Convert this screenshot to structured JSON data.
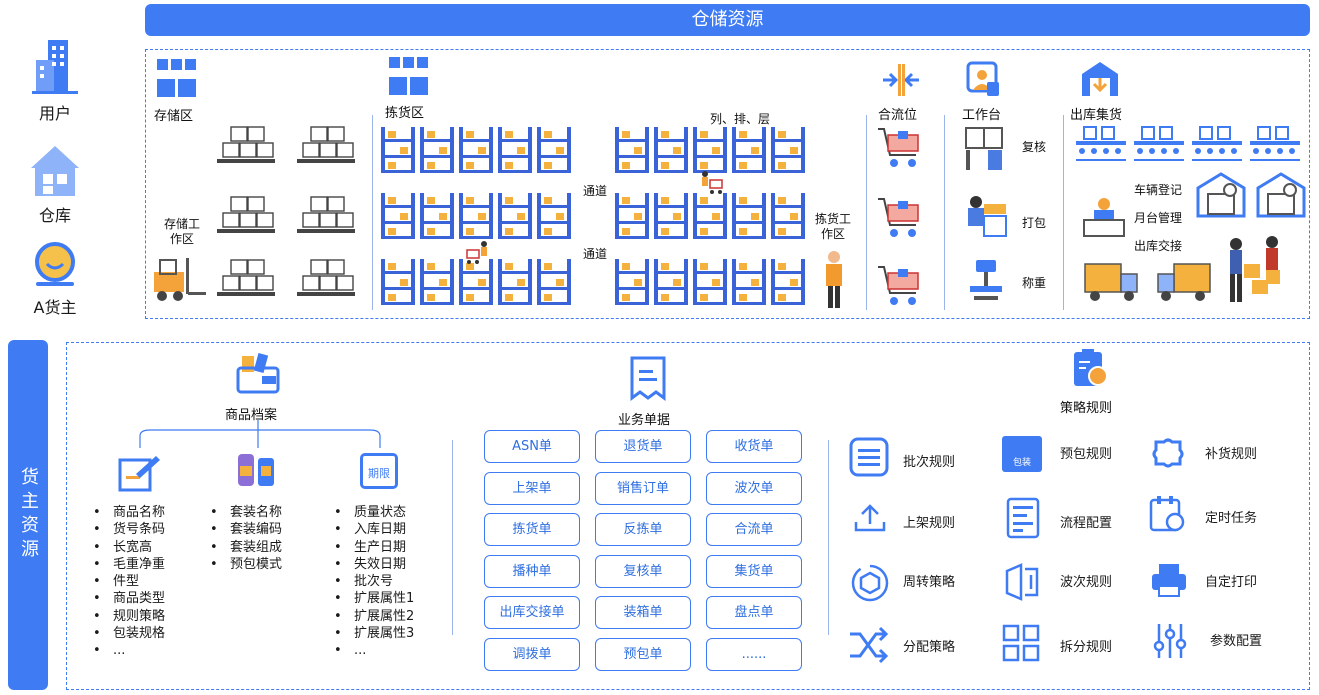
{
  "header": {
    "title": "仓储资源"
  },
  "sidebar": {
    "label": "货主资源"
  },
  "left_nav": [
    {
      "label": "用户",
      "icon": "building-icon"
    },
    {
      "label": "仓库",
      "icon": "warehouse-icon"
    },
    {
      "label": "A货主",
      "icon": "owner-icon"
    }
  ],
  "warehouse": {
    "storage_area": "存储区",
    "storage_work_area": "存储工作区",
    "picking_area": "拣货区",
    "rack_label": "列、排、层",
    "aisle_1": "通道",
    "aisle_2": "通道",
    "picking_work_area": "拣货工作区",
    "merge_position": "合流位",
    "workstation": "工作台",
    "review": "复核",
    "pack": "打包",
    "weigh": "称重",
    "outbound_collect": "出库集货",
    "vehicle_register": "车辆登记",
    "dock_manage": "月台管理",
    "outbound_handover": "出库交接"
  },
  "product_archive": {
    "title": "商品档案",
    "col1": [
      "商品名称",
      "货号条码",
      "长宽高",
      "毛重净重",
      "件型",
      "商品类型",
      "规则策略",
      "包装规格",
      "..."
    ],
    "col2": [
      "套装名称",
      "套装编码",
      "套装组成",
      "预包模式"
    ],
    "col3": [
      "质量状态",
      "入库日期",
      "生产日期",
      "失效日期",
      "批次号",
      "扩展属性1",
      "扩展属性2",
      "扩展属性3",
      "..."
    ],
    "expiry_tag": "期限"
  },
  "documents": {
    "title": "业务单据",
    "items": [
      "ASN单",
      "退货单",
      "收货单",
      "上架单",
      "销售订单",
      "波次单",
      "拣货单",
      "反拣单",
      "合流单",
      "播种单",
      "复核单",
      "集货单",
      "出库交接单",
      "装箱单",
      "盘点单",
      "调拨单",
      "预包单",
      "......"
    ]
  },
  "strategy": {
    "title": "策略规则",
    "pack_tag": "包装",
    "items": [
      "批次规则",
      "预包规则",
      "补货规则",
      "上架规则",
      "流程配置",
      "定时任务",
      "周转策略",
      "波次规则",
      "自定打印",
      "分配策略",
      "拆分规则",
      "参数配置"
    ]
  },
  "colors": {
    "primary": "#3f7bf2",
    "shelf": "#3a63d8",
    "box": "#f4b13d"
  }
}
